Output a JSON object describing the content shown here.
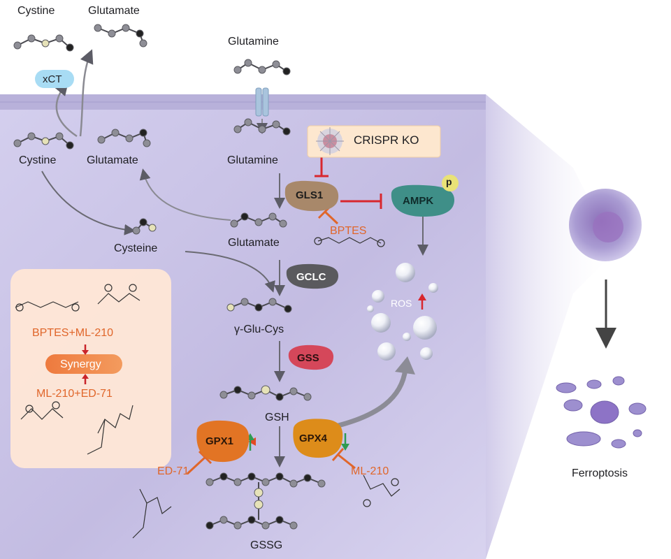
{
  "labels": {
    "cystine_out": "Cystine",
    "glutamate_out": "Glutamate",
    "glutamine_out": "Glutamine",
    "xct": "xCT",
    "cystine_in": "Cystine",
    "glutamate_in": "Glutamate",
    "glutamine_in": "Glutamine",
    "crispr": "CRISPR KO",
    "glutamate_mid": "Glutamate",
    "cysteine": "Cysteine",
    "bptes": "BPTES",
    "gamma_glu_cys": "γ-Glu-Cys",
    "gsh": "GSH",
    "gssg": "GSSG",
    "ros": "ROS",
    "ml210": "ML-210",
    "ed71": "ED-71",
    "ferroptosis": "Ferroptosis",
    "bptes_ml210": "BPTES+ML-210",
    "synergy": "Synergy",
    "ml210_ed71": "ML-210+ED-71",
    "phospho": "p"
  },
  "enzymes": {
    "gls1": "GLS1",
    "ampk": "AMPK",
    "gclc": "GCLC",
    "gss": "GSS",
    "gpx1": "GPX1",
    "gpx4": "GPX4"
  },
  "colors": {
    "cell_fill": "#c9c3e6",
    "membrane": "#b7b0d9",
    "inhibit_red": "#d8272e",
    "drug_orange": "#e0662a",
    "gls1_brown": "#a8886a",
    "ampk_teal": "#3f8f88",
    "gclc_grey": "#5a5a5e",
    "gss_red": "#d5475a",
    "gpx_orange": "#e88a1f",
    "up_arrow_green": "#2e9b52"
  },
  "icons": {
    "inhibit": "t-bar-inhibition-icon",
    "arrow": "arrowhead-icon",
    "molecule": "ball-and-stick-molecule-icon",
    "cell": "cell-icon",
    "bubble": "ros-bubble-icon"
  }
}
